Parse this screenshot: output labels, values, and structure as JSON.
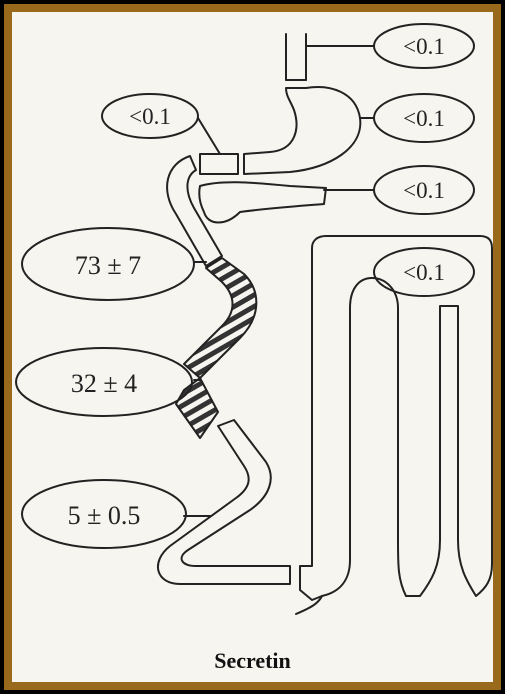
{
  "caption": "Secretin",
  "labels": {
    "esophagus": "<0.1",
    "stomach": "<0.1",
    "pylorus": "<0.1",
    "pancreas": "<0.1",
    "colon": "<0.1",
    "duodenum": "73 ± 7",
    "jejunum": "32 ± 4",
    "ileum": "5 ± 0.5"
  },
  "colors": {
    "border": "#9a6a1c",
    "paper": "#f7f5ef",
    "ink": "#222222"
  }
}
